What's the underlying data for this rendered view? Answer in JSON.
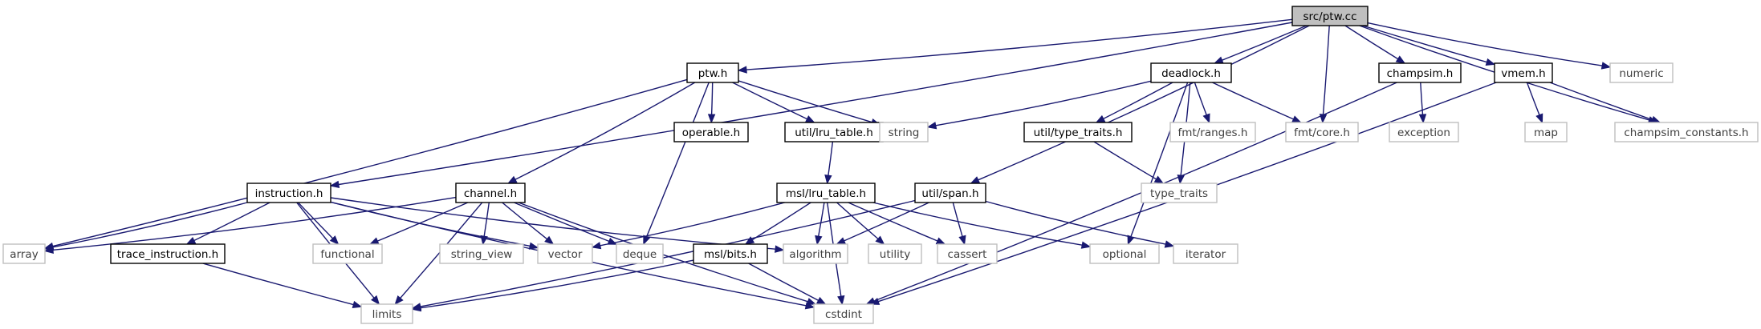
{
  "diagram": {
    "type": "include-dependency-graph",
    "colors": {
      "edge": "#191970",
      "root_fill": "#bfbfbf",
      "documented_border": "#000000",
      "external_border": "#bfbfbf",
      "external_text": "#404040"
    },
    "nodes": [
      {
        "id": "src_ptw_cc",
        "label": "src/ptw.cc",
        "kind": "root"
      },
      {
        "id": "ptw_h",
        "label": "ptw.h",
        "kind": "documented"
      },
      {
        "id": "deadlock_h",
        "label": "deadlock.h",
        "kind": "documented"
      },
      {
        "id": "champsim_h",
        "label": "champsim.h",
        "kind": "documented"
      },
      {
        "id": "vmem_h",
        "label": "vmem.h",
        "kind": "documented"
      },
      {
        "id": "numeric",
        "label": "numeric",
        "kind": "external"
      },
      {
        "id": "operable_h",
        "label": "operable.h",
        "kind": "documented"
      },
      {
        "id": "util_lru_table_h",
        "label": "util/lru_table.h",
        "kind": "documented"
      },
      {
        "id": "string",
        "label": "string",
        "kind": "external"
      },
      {
        "id": "util_type_traits_h",
        "label": "util/type_traits.h",
        "kind": "documented"
      },
      {
        "id": "fmt_ranges_h",
        "label": "fmt/ranges.h",
        "kind": "external"
      },
      {
        "id": "fmt_core_h",
        "label": "fmt/core.h",
        "kind": "external"
      },
      {
        "id": "exception",
        "label": "exception",
        "kind": "external"
      },
      {
        "id": "map",
        "label": "map",
        "kind": "external"
      },
      {
        "id": "champsim_constants_h",
        "label": "champsim_constants.h",
        "kind": "external"
      },
      {
        "id": "msl_lru_table_h",
        "label": "msl/lru_table.h",
        "kind": "documented"
      },
      {
        "id": "type_traits",
        "label": "type_traits",
        "kind": "external"
      },
      {
        "id": "instruction_h",
        "label": "instruction.h",
        "kind": "documented"
      },
      {
        "id": "channel_h",
        "label": "channel.h",
        "kind": "documented"
      },
      {
        "id": "util_span_h",
        "label": "util/span.h",
        "kind": "documented"
      },
      {
        "id": "array",
        "label": "array",
        "kind": "external"
      },
      {
        "id": "trace_instruction_h",
        "label": "trace_instruction.h",
        "kind": "documented"
      },
      {
        "id": "functional",
        "label": "functional",
        "kind": "external"
      },
      {
        "id": "string_view",
        "label": "string_view",
        "kind": "external"
      },
      {
        "id": "vector",
        "label": "vector",
        "kind": "external"
      },
      {
        "id": "deque",
        "label": "deque",
        "kind": "external"
      },
      {
        "id": "msl_bits_h",
        "label": "msl/bits.h",
        "kind": "documented"
      },
      {
        "id": "algorithm",
        "label": "algorithm",
        "kind": "external"
      },
      {
        "id": "utility",
        "label": "utility",
        "kind": "external"
      },
      {
        "id": "cassert",
        "label": "cassert",
        "kind": "external"
      },
      {
        "id": "optional",
        "label": "optional",
        "kind": "external"
      },
      {
        "id": "iterator",
        "label": "iterator",
        "kind": "external"
      },
      {
        "id": "limits",
        "label": "limits",
        "kind": "external"
      },
      {
        "id": "cstdint",
        "label": "cstdint",
        "kind": "external"
      }
    ],
    "edges": [
      [
        "src_ptw_cc",
        "ptw_h"
      ],
      [
        "src_ptw_cc",
        "deadlock_h"
      ],
      [
        "src_ptw_cc",
        "champsim_h"
      ],
      [
        "src_ptw_cc",
        "vmem_h"
      ],
      [
        "src_ptw_cc",
        "numeric"
      ],
      [
        "src_ptw_cc",
        "fmt_core_h"
      ],
      [
        "src_ptw_cc",
        "champsim_constants_h"
      ],
      [
        "src_ptw_cc",
        "instruction_h"
      ],
      [
        "src_ptw_cc",
        "util_span_h"
      ],
      [
        "ptw_h",
        "operable_h"
      ],
      [
        "ptw_h",
        "util_lru_table_h"
      ],
      [
        "ptw_h",
        "string"
      ],
      [
        "ptw_h",
        "channel_h"
      ],
      [
        "ptw_h",
        "deque"
      ],
      [
        "ptw_h",
        "array"
      ],
      [
        "deadlock_h",
        "string"
      ],
      [
        "deadlock_h",
        "util_type_traits_h"
      ],
      [
        "deadlock_h",
        "fmt_ranges_h"
      ],
      [
        "deadlock_h",
        "fmt_core_h"
      ],
      [
        "deadlock_h",
        "type_traits"
      ],
      [
        "deadlock_h",
        "optional"
      ],
      [
        "champsim_h",
        "exception"
      ],
      [
        "champsim_h",
        "cstdint"
      ],
      [
        "vmem_h",
        "map"
      ],
      [
        "vmem_h",
        "champsim_constants_h"
      ],
      [
        "vmem_h",
        "cstdint"
      ],
      [
        "util_type_traits_h",
        "type_traits"
      ],
      [
        "util_lru_table_h",
        "msl_lru_table_h"
      ],
      [
        "msl_lru_table_h",
        "msl_bits_h"
      ],
      [
        "msl_lru_table_h",
        "algorithm"
      ],
      [
        "msl_lru_table_h",
        "utility"
      ],
      [
        "msl_lru_table_h",
        "cassert"
      ],
      [
        "msl_lru_table_h",
        "optional"
      ],
      [
        "msl_lru_table_h",
        "cstdint"
      ],
      [
        "msl_lru_table_h",
        "vector"
      ],
      [
        "instruction_h",
        "array"
      ],
      [
        "instruction_h",
        "trace_instruction_h"
      ],
      [
        "instruction_h",
        "functional"
      ],
      [
        "instruction_h",
        "vector"
      ],
      [
        "instruction_h",
        "algorithm"
      ],
      [
        "instruction_h",
        "limits"
      ],
      [
        "instruction_h",
        "cstdint"
      ],
      [
        "channel_h",
        "array"
      ],
      [
        "channel_h",
        "functional"
      ],
      [
        "channel_h",
        "string_view"
      ],
      [
        "channel_h",
        "vector"
      ],
      [
        "channel_h",
        "deque"
      ],
      [
        "channel_h",
        "limits"
      ],
      [
        "channel_h",
        "cstdint"
      ],
      [
        "util_span_h",
        "algorithm"
      ],
      [
        "util_span_h",
        "cassert"
      ],
      [
        "util_span_h",
        "iterator"
      ],
      [
        "util_span_h",
        "limits"
      ],
      [
        "trace_instruction_h",
        "limits"
      ],
      [
        "msl_bits_h",
        "limits"
      ],
      [
        "msl_bits_h",
        "cstdint"
      ]
    ]
  }
}
